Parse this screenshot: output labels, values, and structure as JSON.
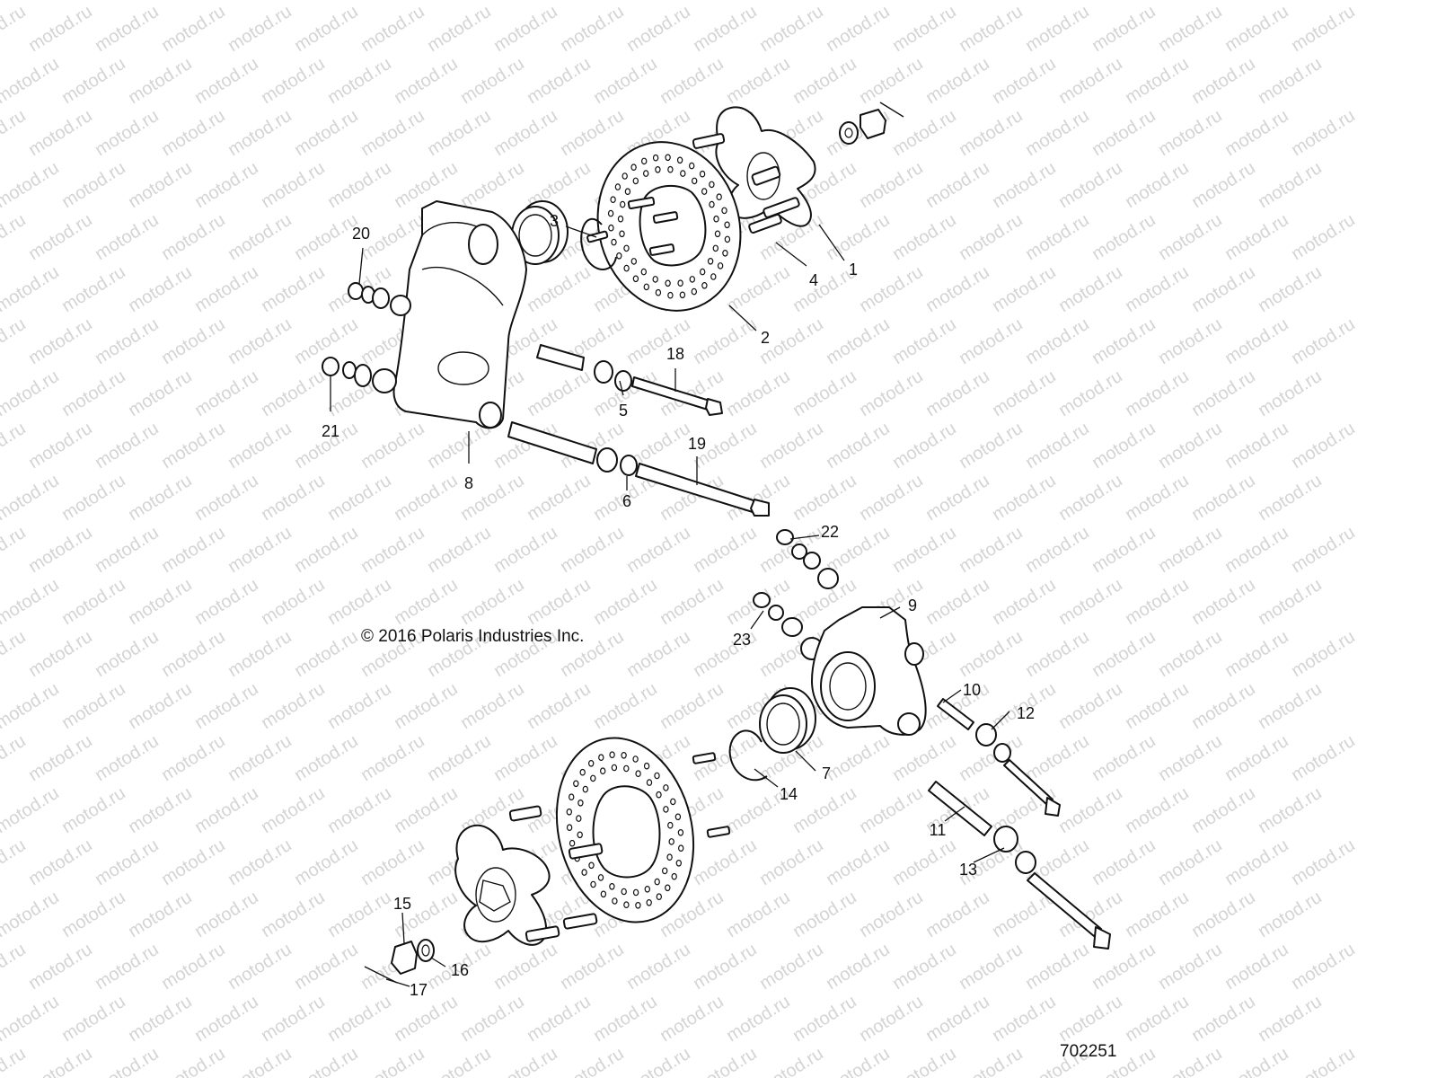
{
  "watermark": "motod.ru",
  "copyright": "© 2016 Polaris Industries Inc.",
  "drawing_number": "702251",
  "callouts": [
    "1",
    "2",
    "3",
    "4",
    "5",
    "6",
    "7",
    "8",
    "9",
    "10",
    "11",
    "12",
    "13",
    "14",
    "15",
    "16",
    "17",
    "18",
    "19",
    "20",
    "21",
    "22",
    "23"
  ],
  "colors": {
    "line": "#111111",
    "background": "#ffffff",
    "watermark": "#d4d4d4"
  }
}
